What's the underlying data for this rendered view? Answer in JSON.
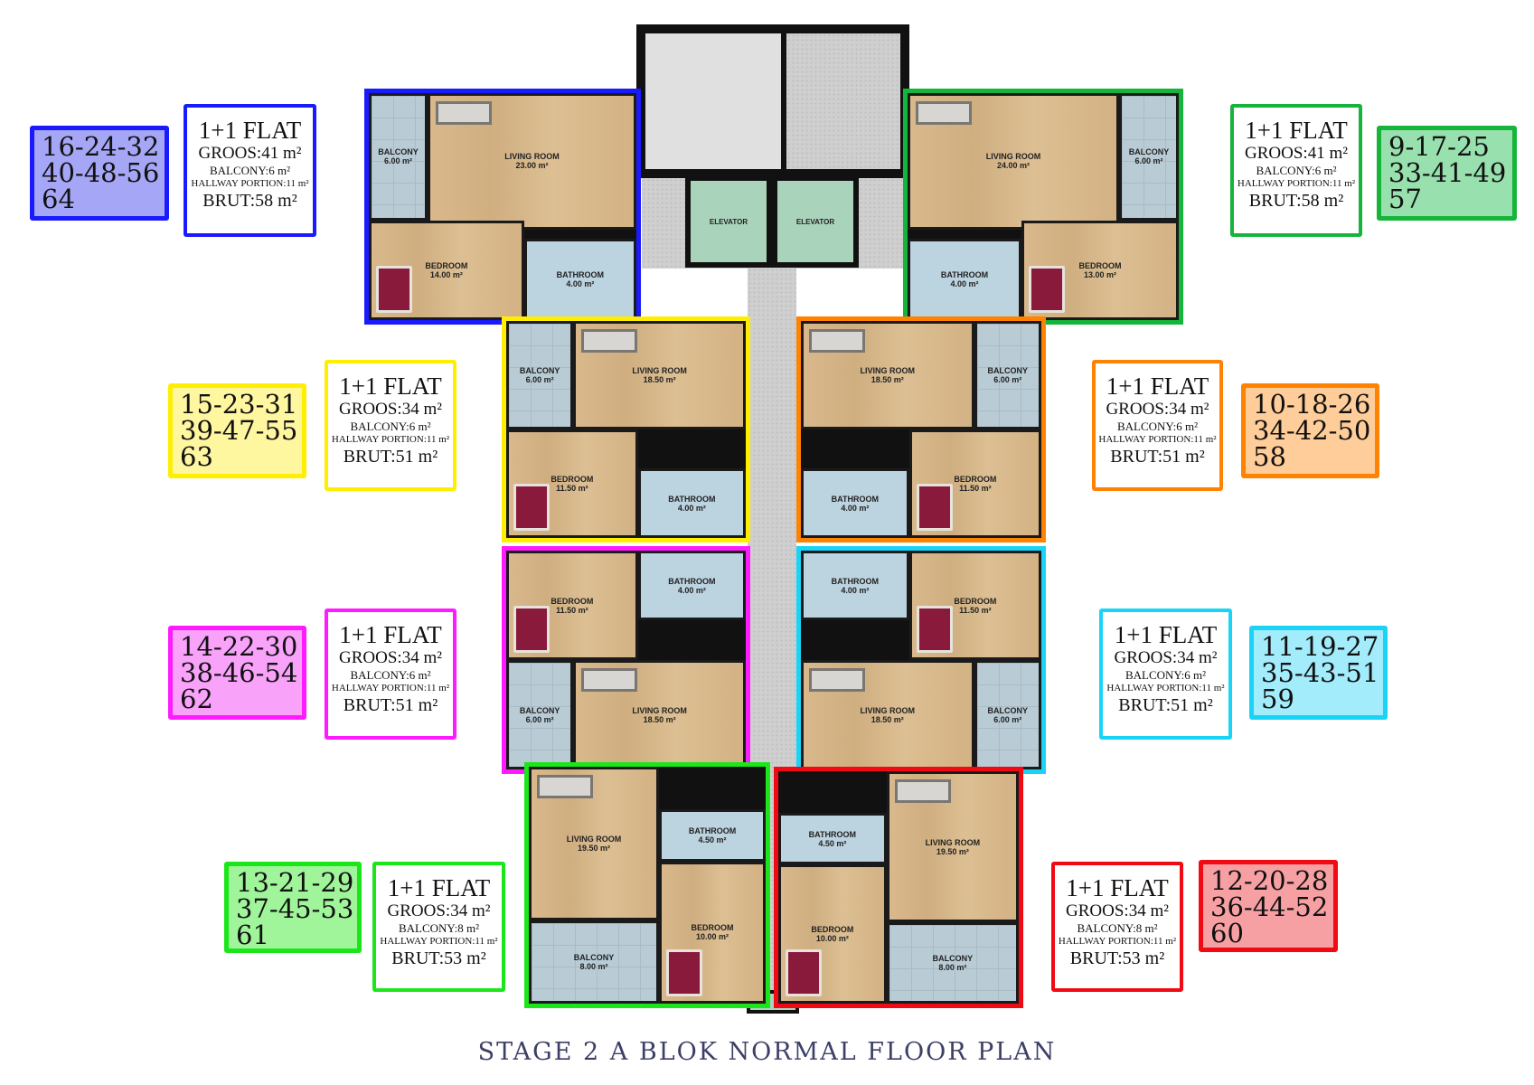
{
  "title": "STAGE 2  A BLOK NORMAL FLOOR PLAN",
  "core": {
    "elevators": [
      "ELEVATOR",
      "ELEVATOR"
    ]
  },
  "units": [
    {
      "id": "blue",
      "color": "#1a1aff",
      "fill": "#a6a6f7",
      "numbers": [
        "16-24-32",
        "40-48-56",
        "64"
      ],
      "info": {
        "type": "1+1 FLAT",
        "groos": "GROOS:41 m²",
        "balcony": "BALCONY:6 m²",
        "hallway": "HALLWAY PORTION:11 m²",
        "brut": "BRUT:58 m²"
      },
      "rooms": [
        {
          "kind": "balcony",
          "label": "BALCONY",
          "area": "6.00 m²"
        },
        {
          "kind": "living",
          "label": "LIVING ROOM",
          "area": "23.00 m²"
        },
        {
          "kind": "bedroom",
          "label": "BEDROOM",
          "area": "14.00 m²"
        },
        {
          "kind": "bathroom",
          "label": "BATHROOM",
          "area": "4.00 m²"
        }
      ]
    },
    {
      "id": "green-top",
      "color": "#14b53a",
      "fill": "#98e0ae",
      "numbers": [
        "9-17-25",
        "33-41-49",
        "57"
      ],
      "info": {
        "type": "1+1 FLAT",
        "groos": "GROOS:41 m²",
        "balcony": "BALCONY:6 m²",
        "hallway": "HALLWAY PORTION:11 m²",
        "brut": "BRUT:58 m²"
      },
      "rooms": [
        {
          "kind": "balcony",
          "label": "BALCONY",
          "area": "6.00 m²"
        },
        {
          "kind": "living",
          "label": "LIVING ROOM",
          "area": "24.00 m²"
        },
        {
          "kind": "bedroom",
          "label": "BEDROOM",
          "area": "13.00 m²"
        },
        {
          "kind": "bathroom",
          "label": "BATHROOM",
          "area": "4.00 m²"
        }
      ]
    },
    {
      "id": "yellow",
      "color": "#ffee00",
      "fill": "#fff6a0",
      "numbers": [
        "15-23-31",
        "39-47-55",
        "63"
      ],
      "info": {
        "type": "1+1 FLAT",
        "groos": "GROOS:34 m²",
        "balcony": "BALCONY:6 m²",
        "hallway": "HALLWAY PORTION:11 m²",
        "brut": "BRUT:51 m²"
      },
      "rooms": [
        {
          "kind": "balcony",
          "label": "BALCONY",
          "area": "6.00 m²"
        },
        {
          "kind": "living",
          "label": "LIVING ROOM",
          "area": "18.50 m²"
        },
        {
          "kind": "bedroom",
          "label": "BEDROOM",
          "area": "11.50 m²"
        },
        {
          "kind": "bathroom",
          "label": "BATHROOM",
          "area": "4.00 m²"
        }
      ]
    },
    {
      "id": "orange",
      "color": "#ff8200",
      "fill": "#ffcd99",
      "numbers": [
        "10-18-26",
        "34-42-50",
        "58"
      ],
      "info": {
        "type": "1+1 FLAT",
        "groos": "GROOS:34 m²",
        "balcony": "BALCONY:6 m²",
        "hallway": "HALLWAY PORTION:11 m²",
        "brut": "BRUT:51 m²"
      },
      "rooms": [
        {
          "kind": "balcony",
          "label": "BALCONY",
          "area": "6.00 m²"
        },
        {
          "kind": "living",
          "label": "LIVING ROOM",
          "area": "18.50 m²"
        },
        {
          "kind": "bedroom",
          "label": "BEDROOM",
          "area": "11.50 m²"
        },
        {
          "kind": "bathroom",
          "label": "BATHROOM",
          "area": "4.00 m²"
        }
      ]
    },
    {
      "id": "magenta",
      "color": "#ff1aff",
      "fill": "#f9a2f9",
      "numbers": [
        "14-22-30",
        "38-46-54",
        "62"
      ],
      "info": {
        "type": "1+1 FLAT",
        "groos": "GROOS:34 m²",
        "balcony": "BALCONY:6 m²",
        "hallway": "HALLWAY PORTION:11 m²",
        "brut": "BRUT:51 m²"
      },
      "rooms": [
        {
          "kind": "balcony",
          "label": "BALCONY",
          "area": "6.00 m²"
        },
        {
          "kind": "living",
          "label": "LIVING ROOM",
          "area": "18.50 m²"
        },
        {
          "kind": "bedroom",
          "label": "BEDROOM",
          "area": "11.50 m²"
        },
        {
          "kind": "bathroom",
          "label": "BATHROOM",
          "area": "4.00 m²"
        }
      ]
    },
    {
      "id": "cyan",
      "color": "#1ad4f7",
      "fill": "#a3ecfb",
      "numbers": [
        "11-19-27",
        "35-43-51",
        "59"
      ],
      "info": {
        "type": "1+1 FLAT",
        "groos": "GROOS:34 m²",
        "balcony": "BALCONY:6 m²",
        "hallway": "HALLWAY PORTION:11 m²",
        "brut": "BRUT:51 m²"
      },
      "rooms": [
        {
          "kind": "balcony",
          "label": "BALCONY",
          "area": "6.00 m²"
        },
        {
          "kind": "living",
          "label": "LIVING ROOM",
          "area": "18.50 m²"
        },
        {
          "kind": "bedroom",
          "label": "BEDROOM",
          "area": "11.50 m²"
        },
        {
          "kind": "bathroom",
          "label": "BATHROOM",
          "area": "4.00 m²"
        }
      ]
    },
    {
      "id": "lime",
      "color": "#1ae61a",
      "fill": "#a0f59a",
      "numbers": [
        "13-21-29",
        "37-45-53",
        "61"
      ],
      "info": {
        "type": "1+1 FLAT",
        "groos": "GROOS:34 m²",
        "balcony": "BALCONY:8 m²",
        "hallway": "HALLWAY PORTION:11 m²",
        "brut": "BRUT:53 m²"
      },
      "rooms": [
        {
          "kind": "balcony",
          "label": "BALCONY",
          "area": "8.00 m²"
        },
        {
          "kind": "living",
          "label": "LIVING ROOM",
          "area": "19.50 m²"
        },
        {
          "kind": "bedroom",
          "label": "BEDROOM",
          "area": "10.00 m²"
        },
        {
          "kind": "bathroom",
          "label": "BATHROOM",
          "area": "4.50 m²"
        }
      ]
    },
    {
      "id": "red",
      "color": "#f00a14",
      "fill": "#f7a0a3",
      "numbers": [
        "12-20-28",
        "36-44-52",
        "60"
      ],
      "info": {
        "type": "1+1 FLAT",
        "groos": "GROOS:34 m²",
        "balcony": "BALCONY:8 m²",
        "hallway": "HALLWAY PORTION:11 m²",
        "brut": "BRUT:53 m²"
      },
      "rooms": [
        {
          "kind": "balcony",
          "label": "BALCONY",
          "area": "8.00 m²"
        },
        {
          "kind": "living",
          "label": "LIVING ROOM",
          "area": "19.50 m²"
        },
        {
          "kind": "bedroom",
          "label": "BEDROOM",
          "area": "10.00 m²"
        },
        {
          "kind": "bathroom",
          "label": "BATHROOM",
          "area": "4.50 m²"
        }
      ]
    }
  ]
}
